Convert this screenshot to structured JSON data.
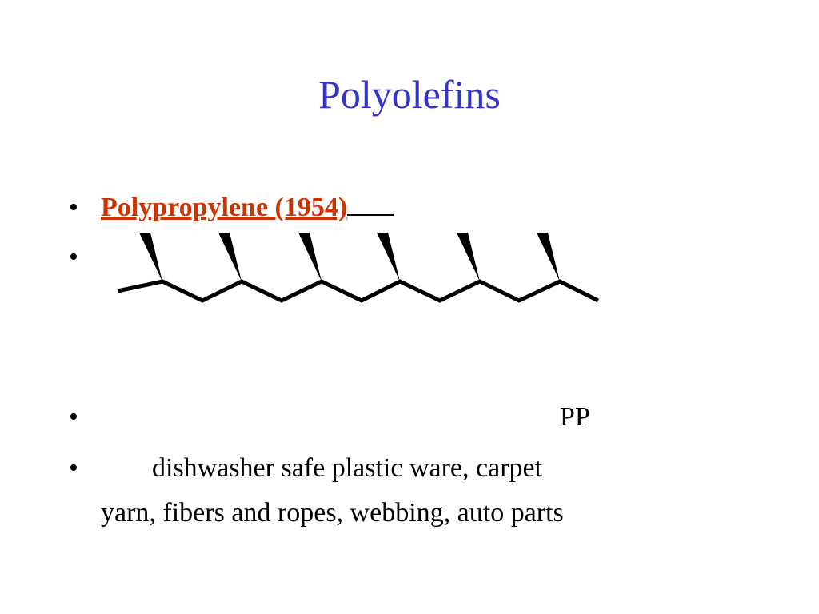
{
  "slide": {
    "title": "Polyolefins",
    "bullet_char": "•",
    "bullets": [
      {
        "text": "Polypropylene (1954)"
      },
      {
        "text": ""
      },
      {
        "text": "PP"
      },
      {
        "text": "dishwasher safe plastic ware, carpet yarn, fibers and ropes, webbing, auto parts",
        "line1": "dishwasher safe plastic ware, carpet",
        "line2": "yarn, fibers and ropes, webbing, auto parts"
      }
    ]
  },
  "colors": {
    "title": "#3333cc",
    "heading": "#cc3300",
    "text": "#000000"
  },
  "structure": {
    "name": "polypropylene skeletal formula",
    "repeat_units": 6
  }
}
